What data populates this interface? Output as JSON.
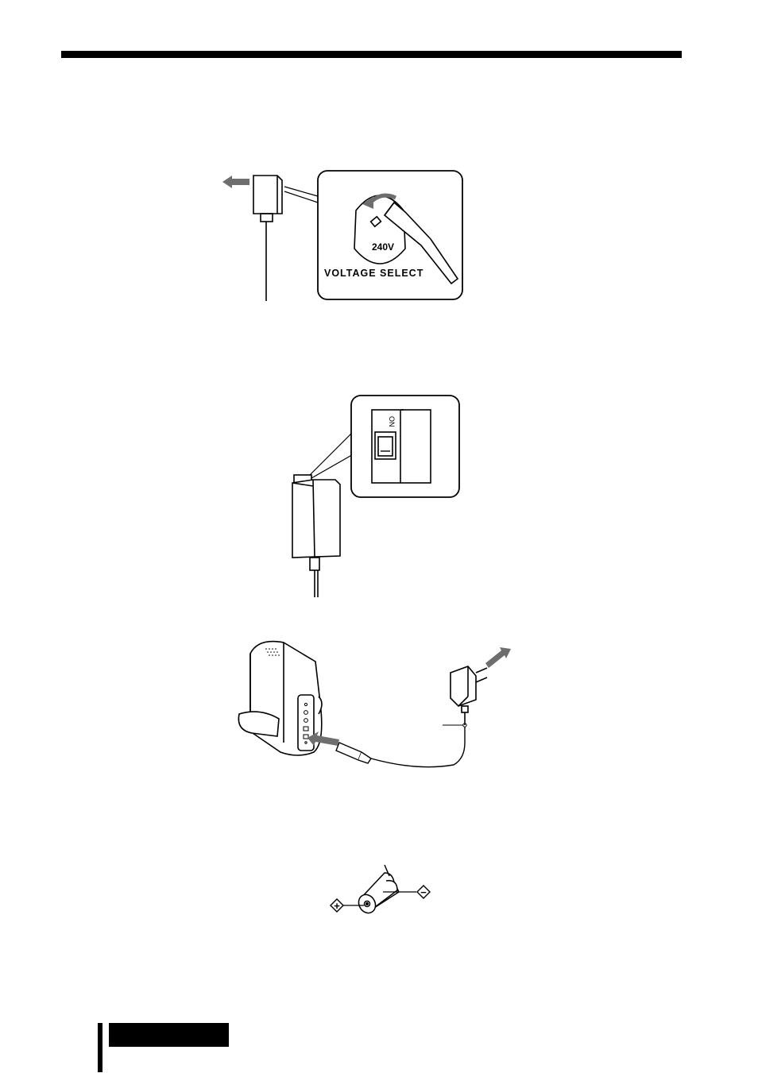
{
  "figures": {
    "voltage_selector": {
      "voltage_value": "240V",
      "selector_label": "VOLTAGE SELECT"
    },
    "power_switch": {
      "switch_label": "ON"
    },
    "connection": {},
    "plug_polarity": {
      "positive_symbol": "+",
      "negative_symbol": "−"
    }
  },
  "colors": {
    "ink": "#000000",
    "arrow": "#6e6e6e",
    "background": "#ffffff"
  }
}
